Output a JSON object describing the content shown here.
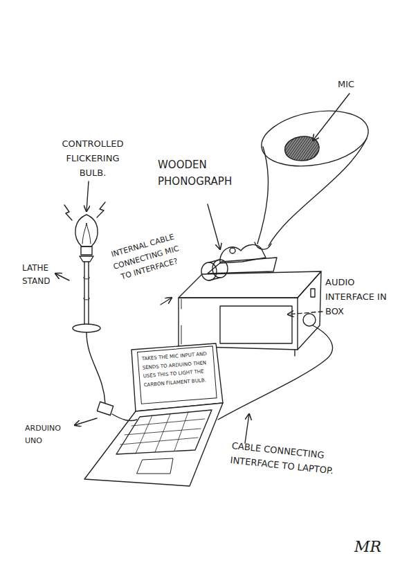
{
  "diagram": {
    "nodes": [
      {
        "text": [
          "TAKES THE MIC INPUT AND SENDS TO ARDUINO THEN USES THIS TO LIGHT THE CARBON FILAMENT BULB."
        ]
      }
    ],
    "labels": [
      "MIC",
      "CONTROLLED FLICKERING BULB.",
      "WOODEN PHONOGRAPH",
      "LATHE STAND",
      "INTERNAL CABLE CONNECTING MIC TO INTERFACE?",
      "AUDIO INTERFACE IN BOX",
      "ARDUINO UNO",
      "CABLE CONNECTING INTERFACE TO LAPTOP.",
      "MR"
    ]
  }
}
